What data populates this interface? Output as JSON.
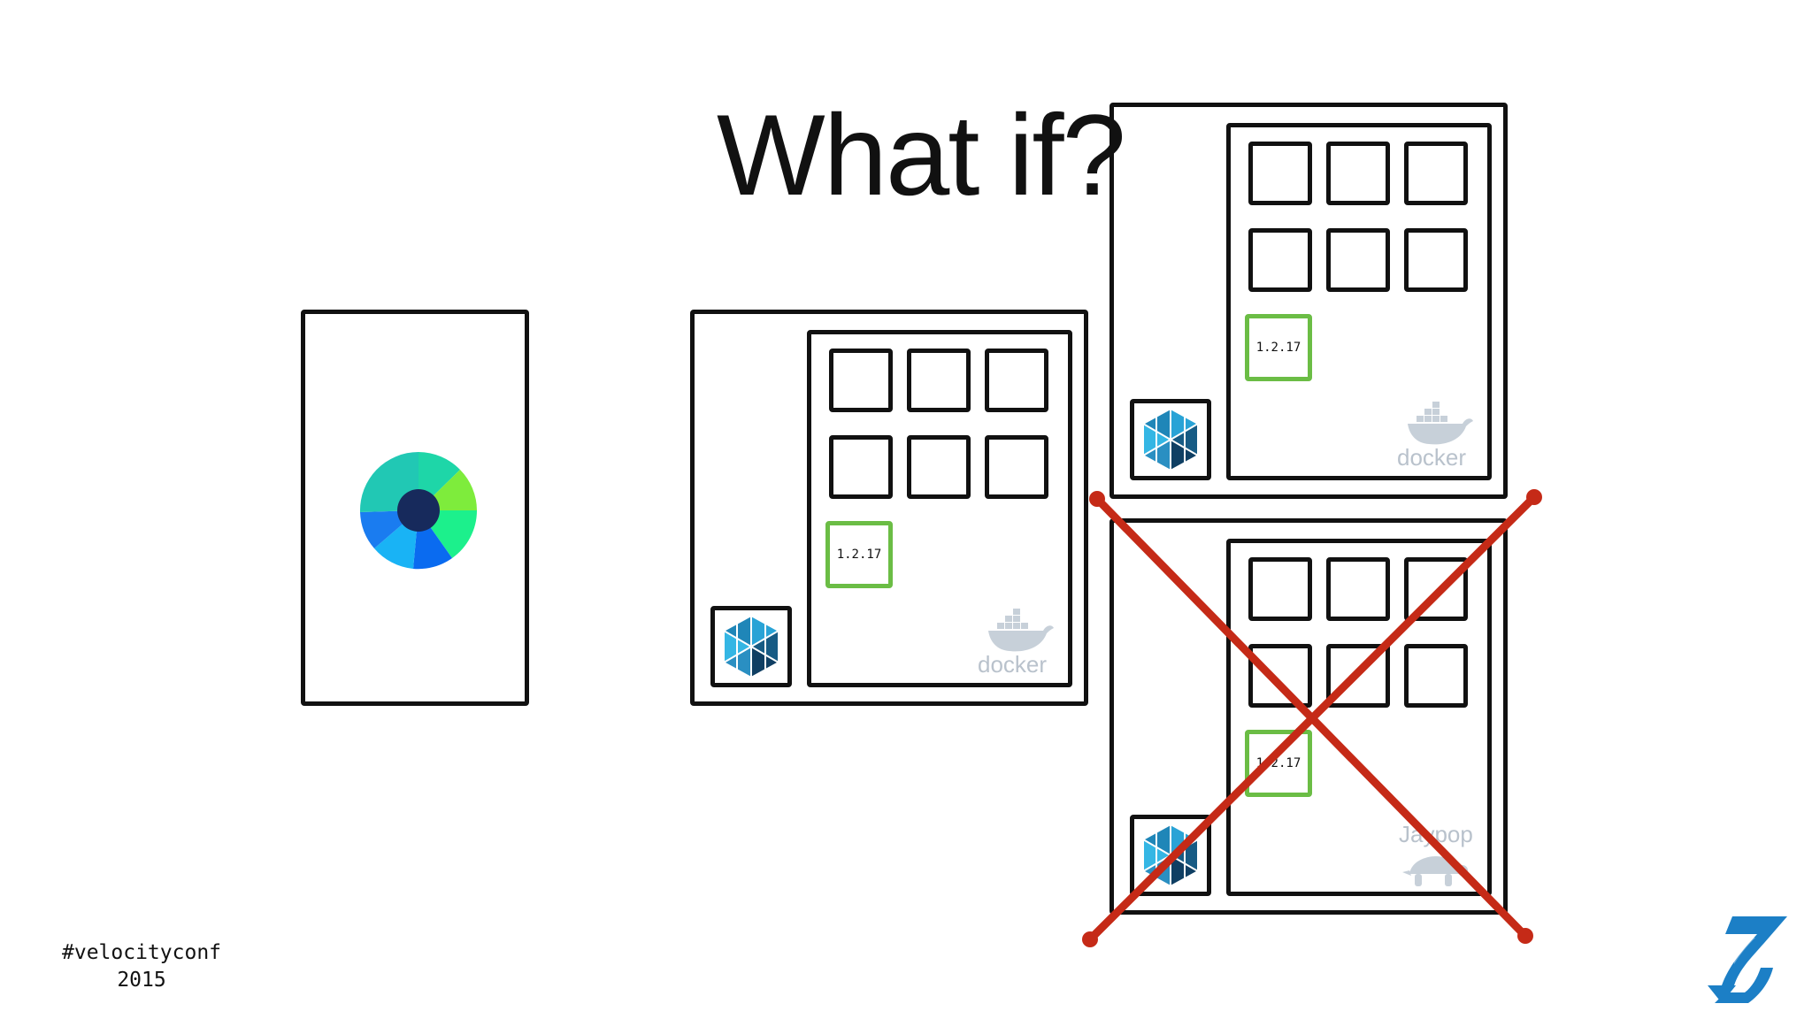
{
  "slide": {
    "title": "What if?",
    "hashtag": "#velocityconf",
    "year": "2015"
  },
  "hosts": [
    {
      "version": "1.2.17",
      "engine_logo": "docker"
    },
    {
      "version": "1.2.17",
      "engine_logo": "docker"
    },
    {
      "version": "1.2.17",
      "engine_logo": "Jaypop"
    }
  ],
  "colors": {
    "version_border": "#6bbd45",
    "cross": "#c52a17",
    "logo_gray": "#b9c2cc"
  },
  "icons": {
    "app": "colorful-circle-logo",
    "service": "blue-hexagon-logo",
    "engine": "docker-whale-icon",
    "brand": "blue-arrow-logo"
  }
}
